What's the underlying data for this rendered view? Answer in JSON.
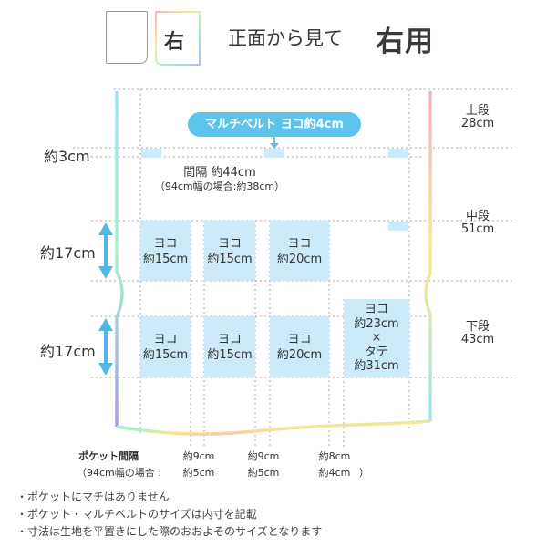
{
  "header": {
    "right_book_label": "右",
    "title_prefix": "正面から見て",
    "title_emphasis": "右用"
  },
  "belt": {
    "label": "マルチベルト ヨコ約4cm",
    "height_label": "約3cm",
    "gap_main": "間隔 約44cm",
    "gap_sub": "（94cm幅の場合:約38cm）"
  },
  "tiers": [
    {
      "name": "上段",
      "size": "28cm"
    },
    {
      "name": "中段",
      "size": "51cm"
    },
    {
      "name": "下段",
      "size": "43cm"
    }
  ],
  "row_heights": [
    "約17cm",
    "約17cm"
  ],
  "pockets_middle": [
    {
      "line1": "ヨコ",
      "line2": "約15cm"
    },
    {
      "line1": "ヨコ",
      "line2": "約15cm"
    },
    {
      "line1": "ヨコ",
      "line2": "約20cm"
    }
  ],
  "pockets_lower": [
    {
      "line1": "ヨコ",
      "line2": "約15cm"
    },
    {
      "line1": "ヨコ",
      "line2": "約15cm"
    },
    {
      "line1": "ヨコ",
      "line2": "約20cm"
    }
  ],
  "big_pocket": {
    "line1": "ヨコ",
    "line2": "約23cm",
    "line3": "×",
    "line4": "タテ",
    "line5": "約31cm"
  },
  "spacing": {
    "label1": "ポケット間隔",
    "label2": "（94cm幅の場合 :",
    "values": [
      {
        "main": "約9cm",
        "alt": "約5cm"
      },
      {
        "main": "約9cm",
        "alt": "約5cm"
      },
      {
        "main": "約8cm",
        "alt": "約4cm"
      }
    ],
    "close_paren": "）"
  },
  "notes": [
    "・ポケットにマチはありません",
    "・ポケット・マルチベルトのサイズは内寸を記載",
    "・寸法は生地を平置きにした際のおおよそのサイズとなります"
  ],
  "colors": {
    "accent": "#5bc3ec",
    "pocket_fill": "#cdeaf9",
    "arrow": "#4fb8e6",
    "text": "#333333"
  }
}
